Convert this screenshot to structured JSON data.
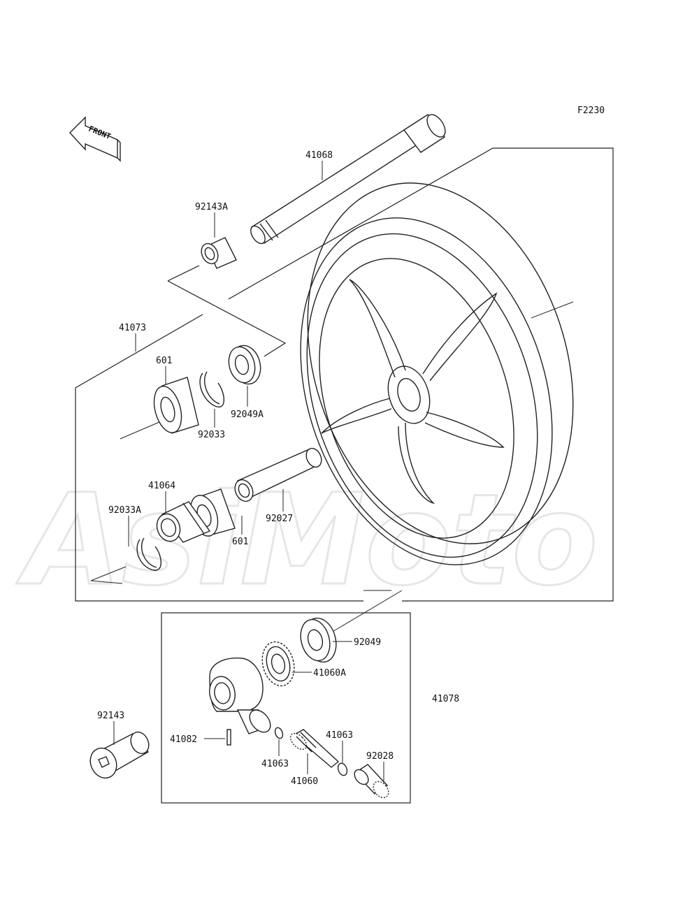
{
  "figure_code": "F2230",
  "front_arrow_label": "FRONT",
  "watermark": "AsiMoto",
  "labels": {
    "p41068": "41068",
    "p92143A": "92143A",
    "p41073": "41073",
    "p601_top": "601",
    "p92049A": "92049A",
    "p92033": "92033",
    "p41064": "41064",
    "p92033A": "92033A",
    "p601_bottom": "601",
    "p92027": "92027",
    "p92049": "92049",
    "p41060A": "41060A",
    "p41078": "41078",
    "p92143": "92143",
    "p41082": "41082",
    "p41063_left": "41063",
    "p41063_right": "41063",
    "p92028": "92028",
    "p41060": "41060"
  }
}
